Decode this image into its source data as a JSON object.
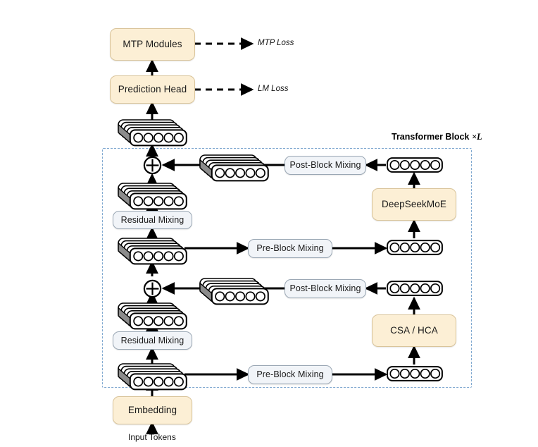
{
  "diagram": {
    "title_region": {
      "label_prefix": "Transformer Block ",
      "label_multiplier": "×L"
    },
    "nodes": {
      "mtp_modules": "MTP Modules",
      "prediction_head": "Prediction Head",
      "embedding": "Embedding",
      "residual_mixing_upper": "Residual Mixing",
      "residual_mixing_lower": "Residual Mixing",
      "pre_block_mixing_upper": "Pre-Block Mixing",
      "pre_block_mixing_lower": "Pre-Block Mixing",
      "post_block_mixing_upper": "Post-Block Mixing",
      "post_block_mixing_lower": "Post-Block Mixing",
      "deepseekmoe": "DeepSeekMoE",
      "csa_hca": "CSA / HCA"
    },
    "labels": {
      "mtp_loss": "MTP Loss",
      "lm_loss": "LM Loss",
      "input_tokens": "Input Tokens"
    },
    "operators": {
      "add_upper": "⊕",
      "add_lower": "⊕"
    },
    "tokens": {
      "circles_per_strip": 5,
      "stack_layers": 4
    },
    "colors": {
      "cream_fill": "#fcefd5",
      "cream_border": "#d9c49a",
      "blue_fill": "#f1f4f8",
      "blue_border": "#9aa7b4",
      "dashed_border": "#7fa8d0",
      "arrow": "#000000",
      "token_outline": "#000000",
      "token_shadow": "#8c8c8c"
    }
  }
}
